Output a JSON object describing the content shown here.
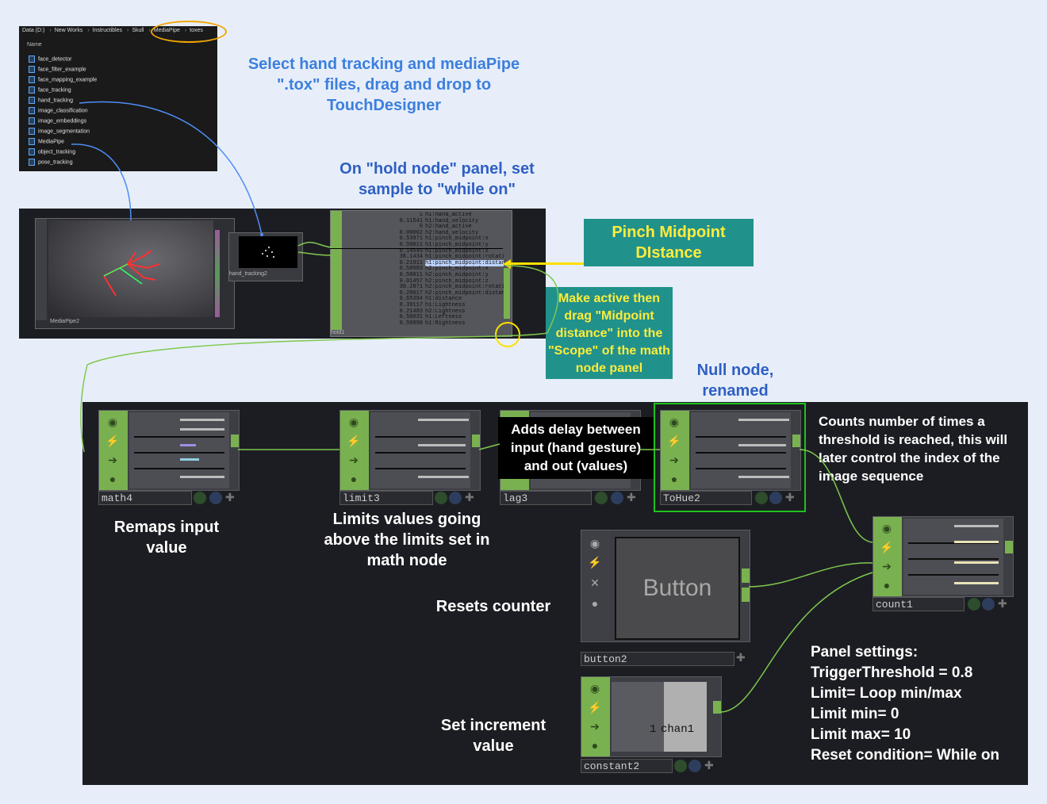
{
  "explorer": {
    "breadcrumb": [
      "Data (D:)",
      "New Works",
      "Instructibles",
      "Skull",
      "MediaPipe",
      "toxes"
    ],
    "column_header": "Name",
    "files": [
      "face_detector",
      "face_filter_example",
      "face_mapping_example",
      "face_tracking",
      "hand_tracking",
      "image_classification",
      "image_embeddings",
      "image_segmentation",
      "MediaPipe",
      "object_tracking",
      "pose_tracking"
    ]
  },
  "annotations": {
    "select_files": "Select hand tracking and mediaPipe \".tox\" files, drag and drop to TouchDesigner",
    "hold_node": "On \"hold node\" panel, set sample to \"while on\"",
    "pinch": "Pinch Midpoint DIstance",
    "make_active": "Make active then drag \"Midpoint distance\" into the \"Scope\" of the math node panel",
    "null_node": "Null node, renamed",
    "counts": "Counts number of times a threshold is reached, this will later control the index of the image sequence",
    "remaps": "Remaps input value",
    "limits": "Limits values going above the limits set in math node",
    "adds_delay": "Adds delay between input (hand gesture) and out (values)",
    "resets": "Resets counter",
    "set_increment": "Set increment value",
    "panel_settings": [
      "Panel settings:",
      "TriggerThreshold = 0.8",
      "Limit= Loop min/max",
      "Limit min= 0",
      "Limit max= 10",
      "Reset condition= While on"
    ]
  },
  "top_nodes": {
    "mediapipe_label": "MediaPipe2",
    "hand_tracking_label": "hand_tracking2",
    "hold_label": "hold1",
    "channels": [
      {
        "v": "1",
        "n": "h1:hand_active"
      },
      {
        "v": "0.11541",
        "n": "h1:hand_velocity"
      },
      {
        "v": "0",
        "n": "h2:hand_active"
      },
      {
        "v": "0.00002",
        "n": "h2:hand_velocity"
      },
      {
        "v": "0.53971",
        "n": "h1:pinch_midpoint:x"
      },
      {
        "v": "0.50011",
        "n": "h1:pinch_midpoint:y"
      },
      {
        "v": "0.14545",
        "n": "h1:pinch_midpoint:z"
      },
      {
        "v": "38.1434",
        "n": "h1:pinch_midpoint:rotation"
      },
      {
        "v": "0.21911",
        "n": "h1:pinch_midpoint:distance"
      },
      {
        "v": "0.58983",
        "n": "h2:pinch_midpoint:x"
      },
      {
        "v": "0.50011",
        "n": "h2:pinch_midpoint:y"
      },
      {
        "v": "0.01457",
        "n": "h2:pinch_midpoint:z"
      },
      {
        "v": "30.2871",
        "n": "h2:pinch_midpoint:rotation"
      },
      {
        "v": "0.20017",
        "n": "h2:pinch_midpoint:distance"
      },
      {
        "v": "0.65394",
        "n": "h1:distance"
      },
      {
        "v": "0.39117",
        "n": "h1:Lightness"
      },
      {
        "v": "0.21483",
        "n": "h2:Lightness"
      },
      {
        "v": "0.50031",
        "n": "h1:Leftness"
      },
      {
        "v": "0.59998",
        "n": "h1:Rightness"
      }
    ]
  },
  "bottom_nodes": {
    "math": "math4",
    "limit": "limit3",
    "lag": "lag3",
    "null": "ToHue2",
    "count": "count1",
    "button_node": "button2",
    "button_text": "Button",
    "constant_node": "constant2",
    "constant_value": "1",
    "constant_chan": "chan1"
  }
}
